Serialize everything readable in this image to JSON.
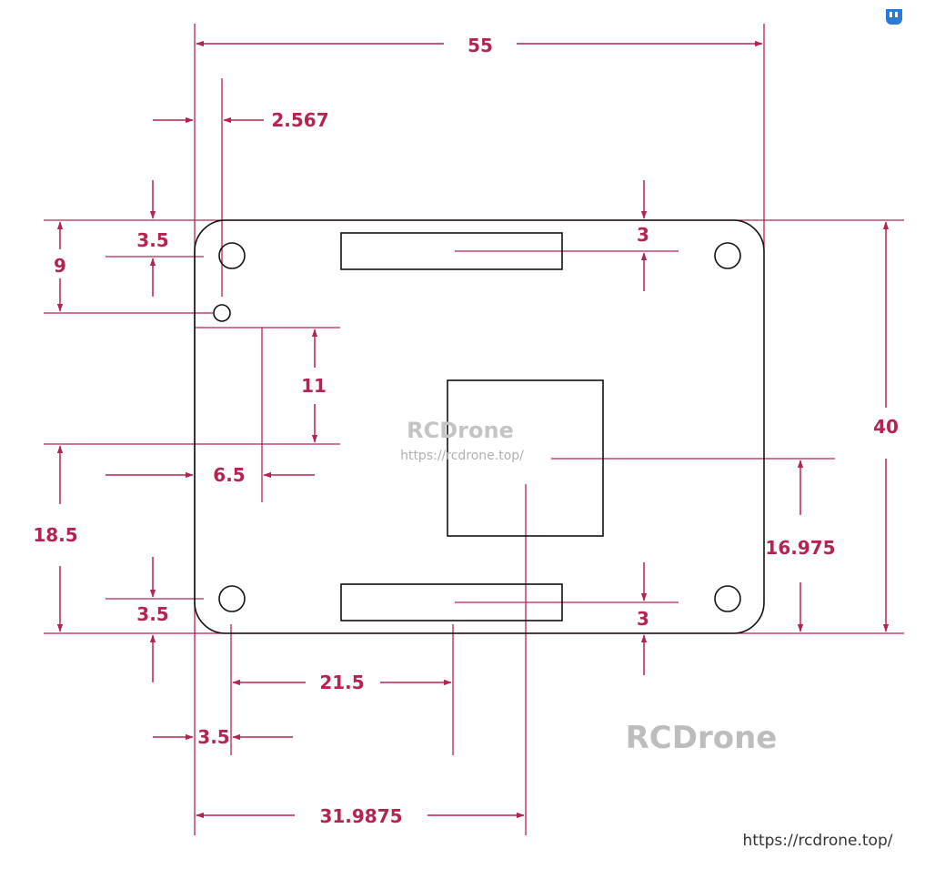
{
  "colors": {
    "dimension": "#b5244f",
    "board_outline": "#111111",
    "watermark": "#bdbdbd",
    "watermark_faint": "#c4c4c4",
    "url_text": "#333333",
    "badge": "#2b7ad6"
  },
  "dimensions": {
    "width_total": "55",
    "hole_offset_top": "2.567",
    "hole_inset_top_left": "3.5",
    "small_hole_from_top": "9",
    "connector_inset_top": "3",
    "height_total": "40",
    "connector_gap": "11",
    "connector_left": "6.5",
    "lower_height": "18.5",
    "center_height": "16.975",
    "hole_inset_bottom_left": "3.5",
    "connector_inset_bottom": "3",
    "bottom_connector_x": "21.5",
    "hole_inset_left_bottom": "3.5",
    "center_x": "31.9875"
  },
  "watermarks": {
    "center_title": "RCDrone",
    "center_url": "https://rcdrone.top/",
    "bottom_title": "RCDrone",
    "bottom_url": "https://rcdrone.top/"
  },
  "icons": {
    "corner_badge": "translate-badge-icon"
  }
}
